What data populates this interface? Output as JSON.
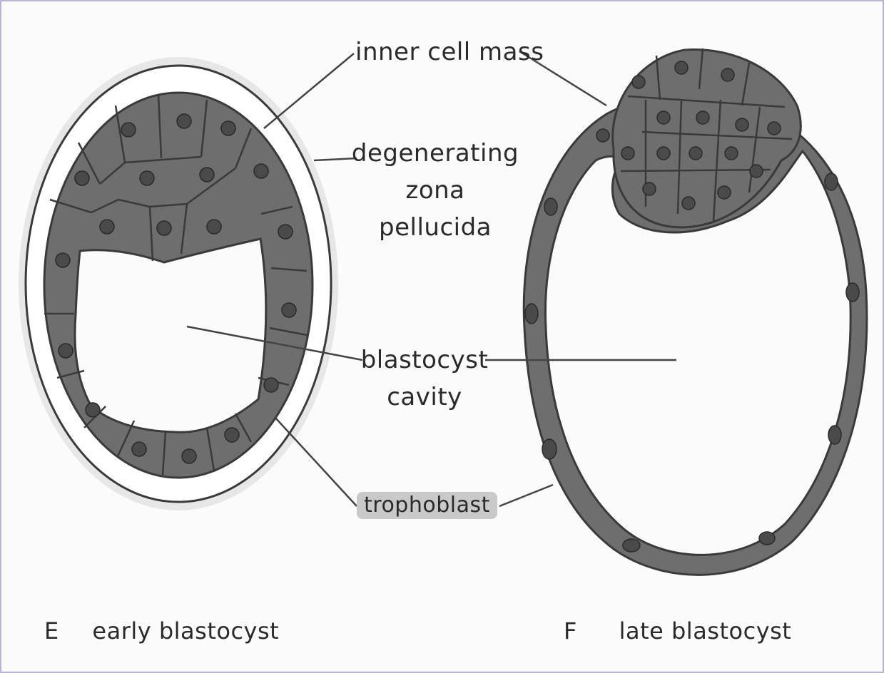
{
  "labels": {
    "inner_cell_mass": "inner cell mass",
    "degenerating": "degenerating",
    "zona": "zona",
    "pellucida": "pellucida",
    "blastocyst": "blastocyst",
    "cavity": "cavity",
    "trophoblast": "trophoblast"
  },
  "captions": {
    "e_letter": "E",
    "e_text": "early blastocyst",
    "f_letter": "F",
    "f_text": "late blastocyst"
  },
  "colors": {
    "cell_fill": "#6e6e6e",
    "cell_outline": "#3a3a3a",
    "nucleus": "#4a4a4a",
    "zona": "#ffffff",
    "line": "#444444",
    "label_highlight": "#c9c9c9",
    "frame": "#b9b3d6"
  }
}
